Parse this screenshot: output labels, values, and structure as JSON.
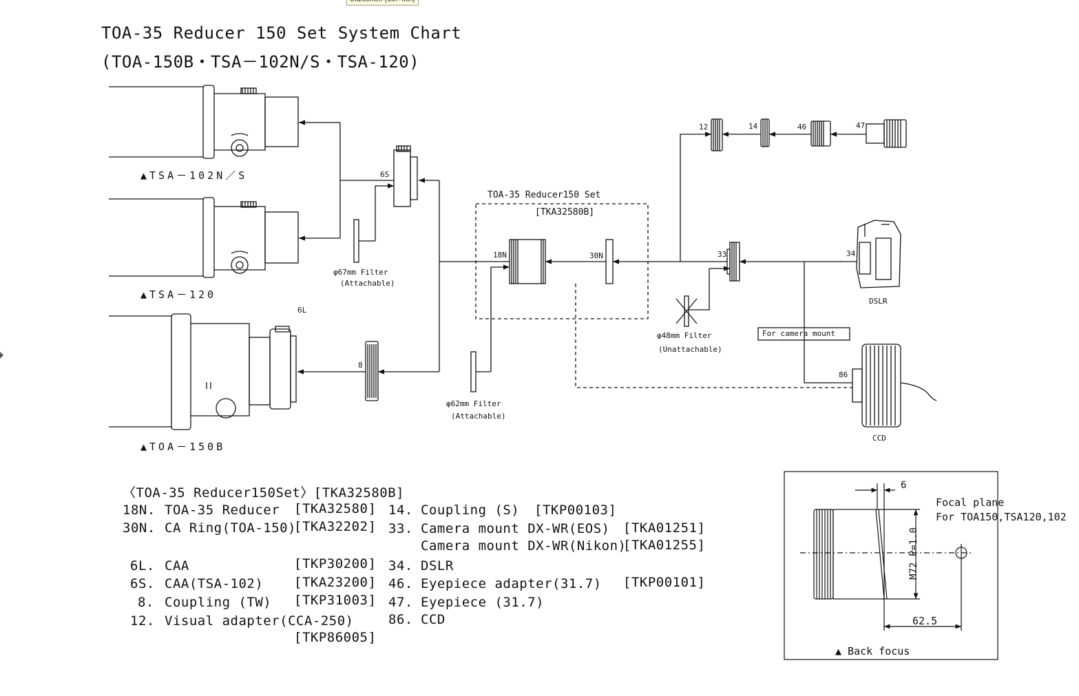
{
  "tooltip": "Uitzoomen (Ctrl+Min)",
  "title": {
    "line1": "TOA-35 Reducer 150 Set System Chart",
    "line2": "(TOA-150B・TSA－102N/S・TSA-120)"
  },
  "scopes": {
    "tsa102": "▲TSA－102N／S",
    "tsa120": "▲TSA－120",
    "toa150": "▲TOA－150B"
  },
  "set_box": {
    "title": "TOA-35 Reducer150 Set",
    "code": "[TKA32580B]"
  },
  "part_numbers": {
    "p6s": "6S",
    "p6l": "6L",
    "p8": "8",
    "p18n": "18N",
    "p30n": "30N",
    "p33": "33",
    "p34": "34",
    "p12": "12",
    "p14": "14",
    "p46": "46",
    "p47": "47",
    "p86": "86"
  },
  "filters": {
    "f67_line1": "φ67mm Filter",
    "f67_line2": "(Attachable)",
    "f62_line1": "φ62mm Filter",
    "f62_line2": "(Attachable)",
    "f48_line1": "φ48mm Filter",
    "f48_line2": "(Unattachable)"
  },
  "labels": {
    "dslr": "DSLR",
    "ccd": "CCD",
    "camera_mount_box": "For camera mount"
  },
  "legend": {
    "header": "〈TOA-35 Reducer150Set〉[TKA32580B]",
    "left": [
      {
        "num": "18N.",
        "name": "TOA-35 Reducer",
        "code": "[TKA32580]"
      },
      {
        "num": "30N.",
        "name": "CA Ring(TOA-150)",
        "code": "[TKA32202]"
      },
      {
        "num": "6L.",
        "name": "CAA",
        "code": "[TKP30200]"
      },
      {
        "num": "6S.",
        "name": "CAA(TSA-102)",
        "code": "[TKA23200]"
      },
      {
        "num": "8.",
        "name": "Coupling (TW)",
        "code": "[TKP31003]"
      },
      {
        "num": "12.",
        "name": "Visual adapter(CCA-250)",
        "code": "[TKP86005]"
      }
    ],
    "right": [
      {
        "num": "14.",
        "name": "Coupling (S)",
        "code": "[TKP00103]"
      },
      {
        "num": "33.",
        "name": "Camera mount DX-WR(EOS)",
        "code": "[TKA01251]"
      },
      {
        "num": "",
        "name": "Camera mount DX-WR(Nikon)",
        "code": "[TKA01255]"
      },
      {
        "num": "34.",
        "name": "DSLR",
        "code": ""
      },
      {
        "num": "46.",
        "name": "Eyepiece adapter(31.7)",
        "code": "[TKP00101]"
      },
      {
        "num": "47.",
        "name": "Eyepiece (31.7)",
        "code": ""
      },
      {
        "num": "86.",
        "name": "CCD",
        "code": ""
      }
    ]
  },
  "back_focus": {
    "dim_6": "6",
    "focal_plane": "Focal plane",
    "for_text": "For TOA150,TSA120,102",
    "m72": "M72 P=1.0",
    "dim_62_5": "62.5",
    "caption": "▲ Back focus"
  }
}
